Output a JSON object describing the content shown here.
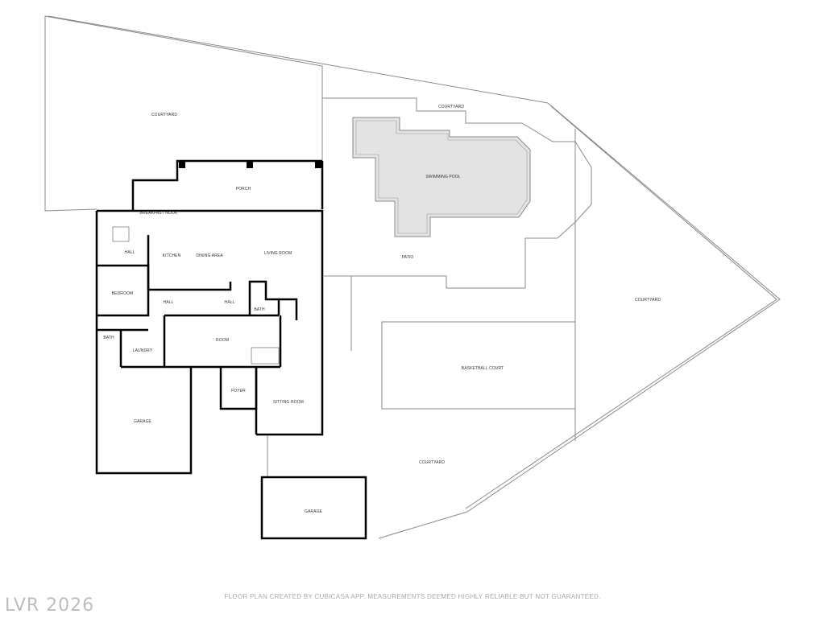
{
  "rooms": {
    "courtyard_nw": "COURTYARD",
    "courtyard_n": "COURTYARD",
    "courtyard_e": "COURTYARD",
    "courtyard_s": "COURTYARD",
    "porch": "PORCH",
    "swimming_pool": "SWIMMING POOL",
    "patio": "PATIO",
    "breakfast_nook": "BREAKFAST NOOK",
    "hall_w": "HALL",
    "kitchen": "KITCHEN",
    "dining_area": "DINING AREA",
    "living_room": "LIVING ROOM",
    "bedroom": "BEDROOM",
    "hall_s1": "HALL",
    "hall_s2": "HALL",
    "bath_e": "BATH",
    "bath_w": "BATH",
    "laundry": "LAUNDRY",
    "room": "ROOM",
    "foyer": "FOYER",
    "sitting_room": "SITTING ROOM",
    "garage_main": "GARAGE",
    "garage_detached": "GARAGE",
    "basketball_court": "BASKETBALL COURT"
  },
  "footer": "FLOOR PLAN CREATED BY CUBICASA APP. MEASUREMENTS DEEMED HIGHLY RELIABLE BUT NOT GUARANTEED.",
  "watermark": "LVR 2026",
  "colors": {
    "wall": "#000000",
    "outline": "#8a8a8a",
    "pool_fill": "#e3e3e3",
    "text": "#333333"
  }
}
